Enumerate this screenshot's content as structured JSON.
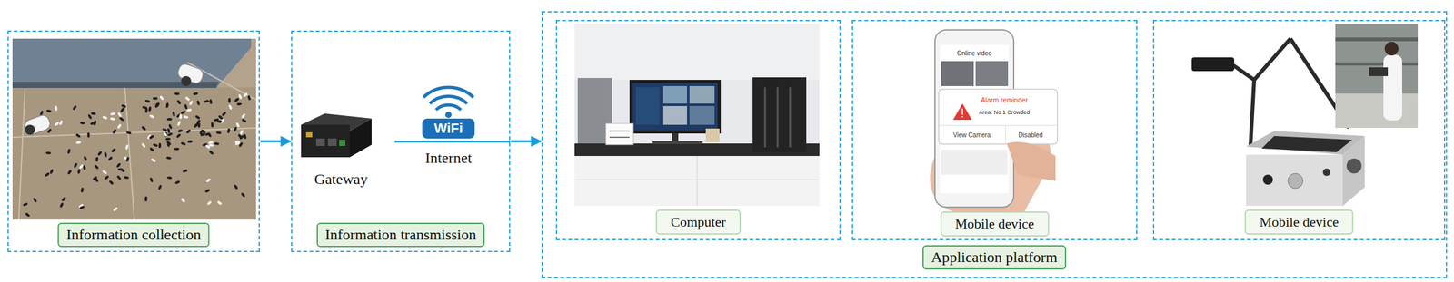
{
  "diagram": {
    "nodes": [
      {
        "text": [
          "Information collection"
        ]
      },
      {
        "text": [
          "Information transmission"
        ]
      },
      {
        "text": [
          "Application platform"
        ]
      },
      {
        "text": [
          "Computer"
        ],
        "in": 2
      },
      {
        "text": [
          "Mobile device"
        ],
        "in": 2
      },
      {
        "text": [
          "Mobile device"
        ],
        "in": 2
      }
    ],
    "edges": [
      {
        "from": 0,
        "to": 1,
        "arrow": "to"
      },
      {
        "from": 1,
        "to": 2,
        "arrow": "to"
      }
    ],
    "labels": [
      "Gateway",
      "WiFi",
      "Internet",
      "Online video",
      "Alarm reminder",
      "Area. No 1 Crowded",
      "View Camera",
      "Disabled"
    ]
  }
}
